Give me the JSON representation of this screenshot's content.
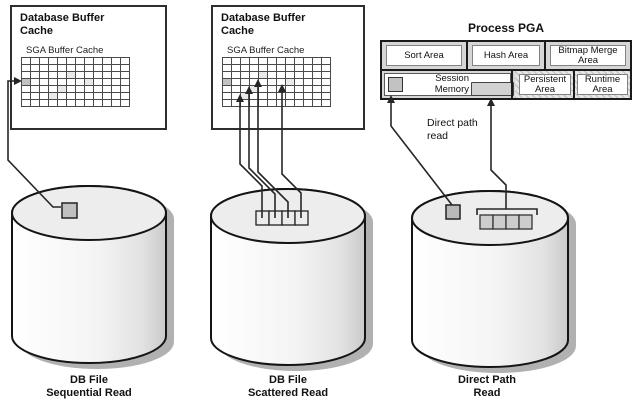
{
  "buffer_cache_left": {
    "title": "Database Buffer Cache",
    "sga_label": "SGA Buffer Cache",
    "grid": {
      "rows": 7,
      "cols": 12,
      "hit_cells": [
        [
          3,
          0
        ]
      ],
      "warm_cells": [
        [
          2,
          5
        ],
        [
          3,
          7
        ],
        [
          4,
          4
        ],
        [
          5,
          3
        ]
      ]
    }
  },
  "buffer_cache_middle": {
    "title": "Database Buffer Cache",
    "sga_label": "SGA Buffer Cache",
    "grid": {
      "rows": 7,
      "cols": 12,
      "hit_cells": [
        [
          3,
          0
        ]
      ],
      "warm_cells": [
        [
          2,
          4
        ],
        [
          3,
          7
        ],
        [
          4,
          3
        ],
        [
          5,
          2
        ]
      ]
    }
  },
  "process_pga": {
    "title": "Process PGA",
    "sort_area": "Sort Area",
    "hash_area": "Hash Area",
    "bitmap_merge_area": "Bitmap Merge Area",
    "session_memory": "Session Memory",
    "persistent_area": "Persistent Area",
    "runtime_area": "Runtime Area"
  },
  "annotations": {
    "direct_path_read": "Direct path read"
  },
  "disks": [
    {
      "line1": "DB File",
      "line2": "Sequential Read"
    },
    {
      "line1": "DB File",
      "line2": "Scattered Read"
    },
    {
      "line1": "Direct Path",
      "line2": "Read"
    }
  ],
  "colors": {
    "hit_cell": "#c2c2c2",
    "warm_cell": "#e9e9e9",
    "line": "#262626",
    "cylinder_shadow": "#b1b1b1",
    "pga_band": "#d6d6d6"
  }
}
